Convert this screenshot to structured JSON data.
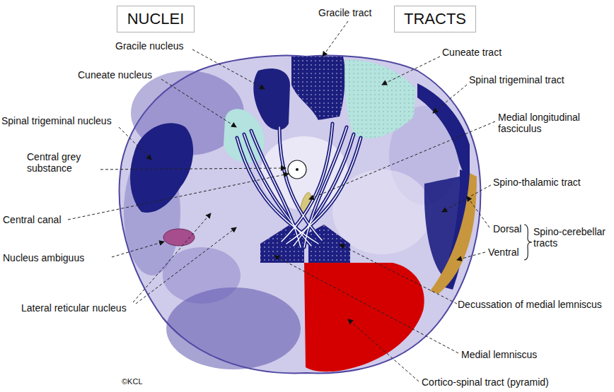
{
  "diagram": {
    "nodes": [
      {
        "text": [
          "NUCLEI"
        ]
      },
      {
        "text": [
          "TRACTS"
        ]
      }
    ],
    "labels": [
      "Gracile tract",
      "Gracile nucleus",
      "Cuneate tract",
      "Cuneate nucleus",
      "Spinal trigeminal tract",
      "Spinal trigeminal nucleus",
      "Medial longitudinal fasciculus",
      "Central grey substance",
      "Central canal",
      "Spino-thalamic tract",
      "Dorsal",
      "Spino-cerebellar tracts",
      "Ventral",
      "Nucleus ambiguus",
      "Lateral reticular nucleus",
      "Decussation of medial lemniscus",
      "Medial lemniscus",
      "©KCL",
      "Cortico-spinal tract (pyramid)"
    ]
  }
}
